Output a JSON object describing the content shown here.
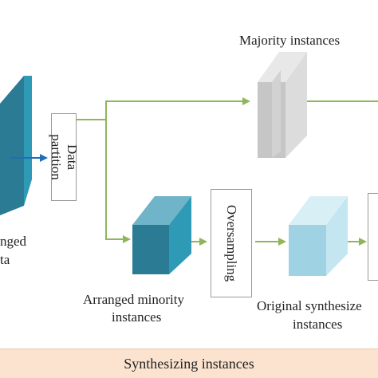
{
  "labels": {
    "majority": "Majority instances",
    "data_partition_line1": "Data",
    "data_partition_line2": "partition",
    "arranged_data_line1": "nged",
    "arranged_data_line2": "ta",
    "arranged_minority_line1": "Arranged minority",
    "arranged_minority_line2": "instances",
    "oversampling": "Oversampling",
    "original_synth_line1": "Original synthesize",
    "original_synth_line2": "instances"
  },
  "band": {
    "label": "Synthesizing instances"
  },
  "colors": {
    "teal_front": "#2c7b94",
    "teal_side": "#2f9ab5",
    "teal_top": "#6fb4c8",
    "gray_front": "#c6c6c6",
    "gray_side": "#dcdcdc",
    "gray_top": "#e8e8e8",
    "light_front": "#9fd3e4",
    "light_side": "#c4e6f1",
    "light_top": "#d9eff6",
    "arrow_green": "#8fb658",
    "arrow_blue": "#1f6fb8",
    "band": "#fbe3cf"
  }
}
